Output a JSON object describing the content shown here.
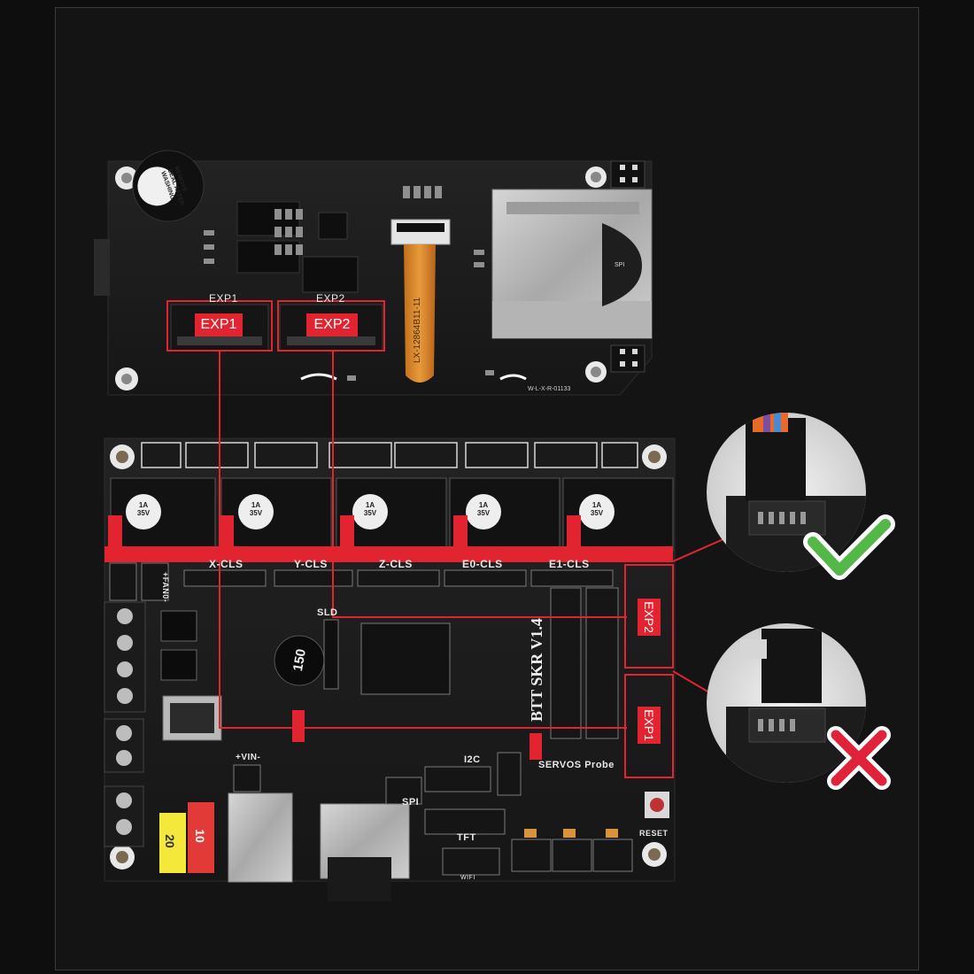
{
  "lcd_board": {
    "exp1_silk": "EXP1",
    "exp2_silk": "EXP2",
    "exp1_tag": "EXP1",
    "exp2_tag": "EXP2",
    "flex_cable_text": "LX-12864B11-11",
    "buzzer_text": "REMOVE SEAL AFTER WASHING",
    "code_text": "W-L-X-R-01133",
    "sd_label": "SPI"
  },
  "main_board": {
    "axis_labels": [
      "X-CLS",
      "Y-CLS",
      "Z-CLS",
      "E0-CLS",
      "E1-CLS"
    ],
    "cap_text": "1A 35V",
    "inductor_text": "150",
    "model_text": "BTT SKR V1.4",
    "exp2_tag": "EXP2",
    "exp1_tag": "EXP1",
    "labels": {
      "fan0": "+FAN0-",
      "sld": "SLD",
      "i2c": "I2C",
      "spi": "SPI",
      "tft": "TFT",
      "wifi": "WIFI",
      "vin": "+VIN-",
      "probe": "SERVOS Probe",
      "reset": "RESET",
      "fuse20": "20",
      "fuse10": "10"
    }
  },
  "callouts": {
    "correct_icon": "check-icon",
    "wrong_icon": "cross-icon"
  },
  "colors": {
    "accent_red": "#e1242f",
    "check_green": "#53b848",
    "cross_red": "#e0233a",
    "pcb_black": "#1a1a1a"
  }
}
